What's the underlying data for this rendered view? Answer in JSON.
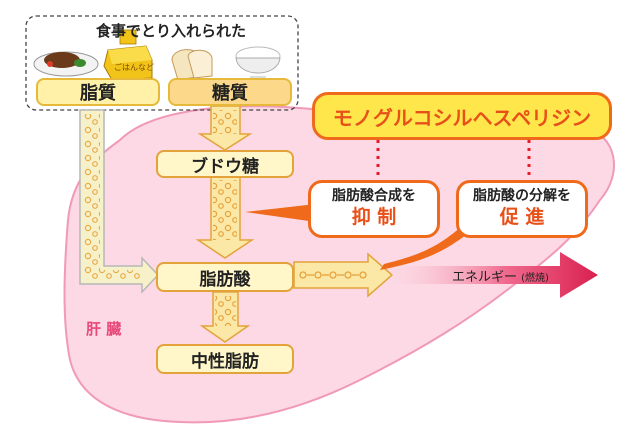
{
  "food": {
    "caption": "食事でとり入れられた",
    "fat_label": "脂質",
    "carb_label": "糖質",
    "package_text": "ごはんなど"
  },
  "liver": {
    "label": "肝 臓"
  },
  "flow": {
    "glucose": "ブドウ糖",
    "fatty_acid": "脂肪酸",
    "neutral_fat": "中性脂肪"
  },
  "compound": {
    "name": "モノグルコシルヘスペリジン"
  },
  "effects": {
    "inhibit_line1": "脂肪酸合成を",
    "inhibit_line2": "抑 制",
    "promote_line1": "脂肪酸の分解を",
    "promote_line2": "促 進"
  },
  "energy": {
    "label": "エネルギー",
    "note": "(燃焼)"
  },
  "colors": {
    "liver_fill": "#fcd9e4",
    "liver_border": "#f199b8",
    "accent_orange": "#ef6a1b",
    "accent_text": "#e8501a",
    "compound_fill": "#ffe64a",
    "energy_arrow": "#e0315f",
    "flow_fill": "#fff6c9"
  }
}
